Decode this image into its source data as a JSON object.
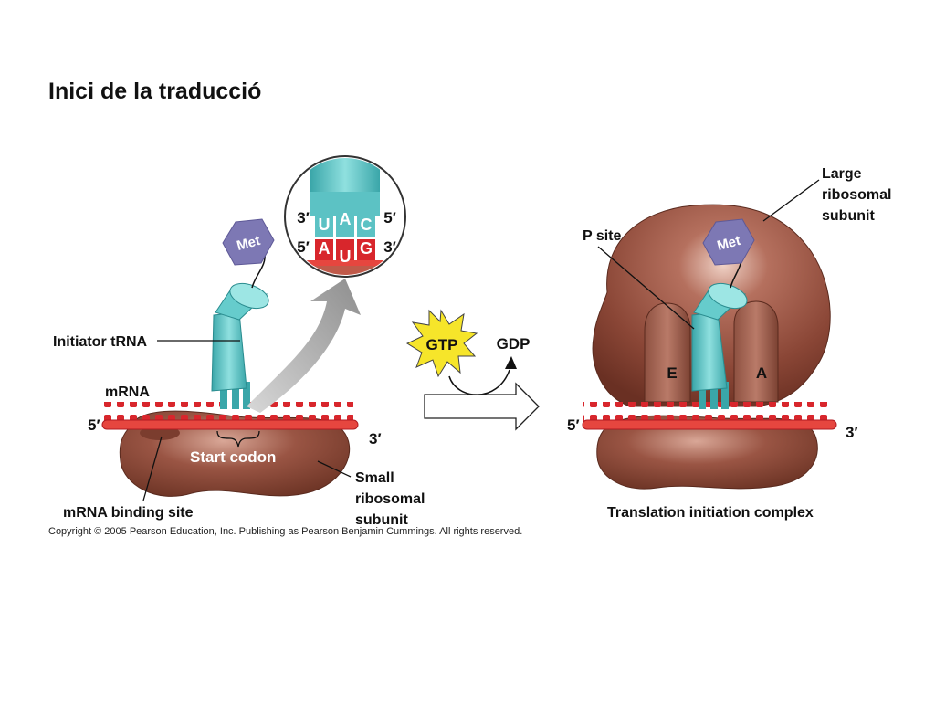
{
  "title": "Inici de la traducció",
  "left": {
    "initiator_trna": "Initiator tRNA",
    "mrna": "mRNA",
    "five_prime": "5′",
    "three_prime": "3′",
    "start_codon": "Start codon",
    "small_subunit": [
      "Small",
      "ribosomal",
      "subunit"
    ],
    "mrna_binding_site": "mRNA binding site",
    "met": "Met"
  },
  "inset": {
    "top_left": "3′",
    "top_right": "5′",
    "bottom_left": "5′",
    "bottom_right": "3′",
    "anticodon": [
      "U",
      "A",
      "C"
    ],
    "codon": [
      "A",
      "U",
      "G"
    ]
  },
  "middle": {
    "gtp": "GTP",
    "gdp": "GDP"
  },
  "right": {
    "large_subunit": [
      "Large",
      "ribosomal",
      "subunit"
    ],
    "p_site": "P site",
    "e_site": "E",
    "a_site": "A",
    "five_prime": "5′",
    "three_prime": "3′",
    "met": "Met",
    "caption": "Translation initiation complex"
  },
  "copyright": "Copyright © 2005 Pearson Education, Inc. Publishing as Pearson Benjamin Cummings. All rights reserved.",
  "colors": {
    "ribosome": "#8a4636",
    "ribosome_light": "#b97f6b",
    "mrna_red": "#d8262c",
    "trna_teal": "#5cc2c4",
    "met_purple": "#7d78b4",
    "gtp_yellow": "#f6e52a",
    "gray_arrow": "#a6a6a6"
  }
}
